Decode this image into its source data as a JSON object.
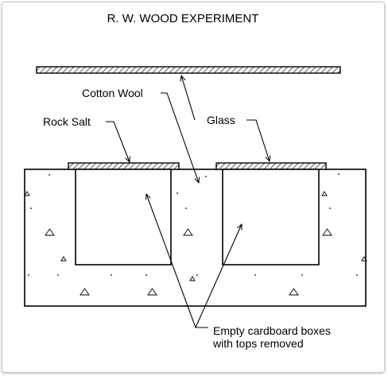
{
  "diagram": {
    "title": "R. W. WOOD EXPERIMENT",
    "labels": {
      "cotton_wool": "Cotton Wool",
      "rock_salt": "Rock Salt",
      "glass": "Glass",
      "boxes_line1": "Empty cardboard boxes",
      "boxes_line2": "with tops removed"
    },
    "colors": {
      "line": "#000000",
      "background": "#ffffff",
      "frame_border": "#c8c8c8"
    }
  }
}
